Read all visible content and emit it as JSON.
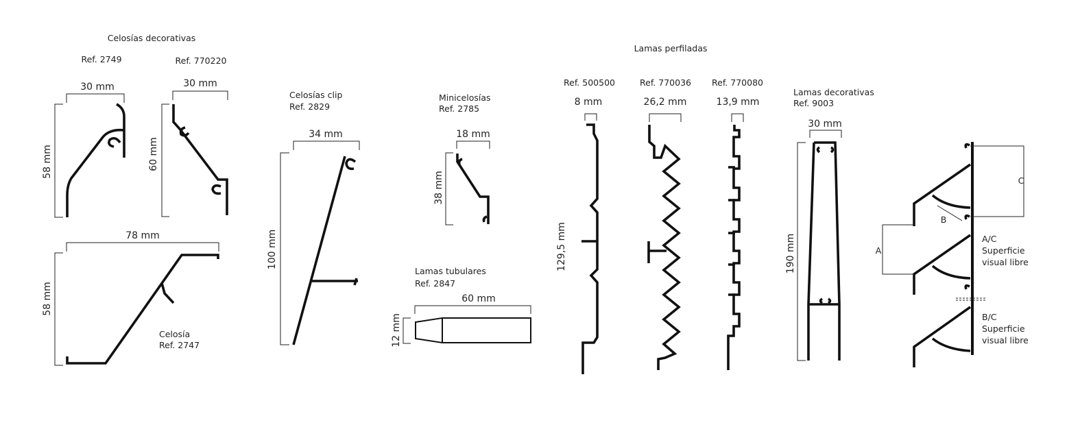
{
  "groups": {
    "celosias_decorativas": {
      "title": "Celosías decorativas",
      "ref_2749": {
        "ref": "Ref. 2749",
        "width": "30 mm",
        "height": "58 mm"
      },
      "ref_770220": {
        "ref": "Ref. 770220",
        "width": "30 mm",
        "height": "60 mm"
      },
      "ref_2747": {
        "name": "Celosía",
        "ref": "Ref. 2747",
        "width": "78 mm",
        "height": "58 mm"
      }
    },
    "celosias_clip": {
      "title": "Celosías clip",
      "ref": "Ref. 2829",
      "width": "34 mm",
      "height": "100 mm"
    },
    "minicelosias": {
      "title": "Minicelosías",
      "ref": "Ref. 2785",
      "width": "18 mm",
      "height": "38 mm"
    },
    "lamas_tubulares": {
      "title": "Lamas tubulares",
      "ref": "Ref. 2847",
      "width": "60 mm",
      "height": "12 mm"
    },
    "lamas_perfiladas": {
      "title": "Lamas perfiladas",
      "height": "129,5 mm",
      "profiles": [
        {
          "ref": "Ref. 500500",
          "width": "8 mm"
        },
        {
          "ref": "Ref. 770036",
          "width": "26,2 mm"
        },
        {
          "ref": "Ref. 770080",
          "width": "13,9 mm"
        }
      ]
    },
    "lamas_decorativas": {
      "title": "Lamas decorativas",
      "ref": "Ref. 9003",
      "width": "30 mm",
      "height": "190 mm"
    },
    "superficie": {
      "label_a": "A",
      "label_b": "B",
      "label_c": "C",
      "ac_ratio": "A/C",
      "ac_line1": "Superficie",
      "ac_line2": "visual libre",
      "bc_ratio": "B/C",
      "bc_line1": "Superficie",
      "bc_line2": "visual libre"
    }
  }
}
